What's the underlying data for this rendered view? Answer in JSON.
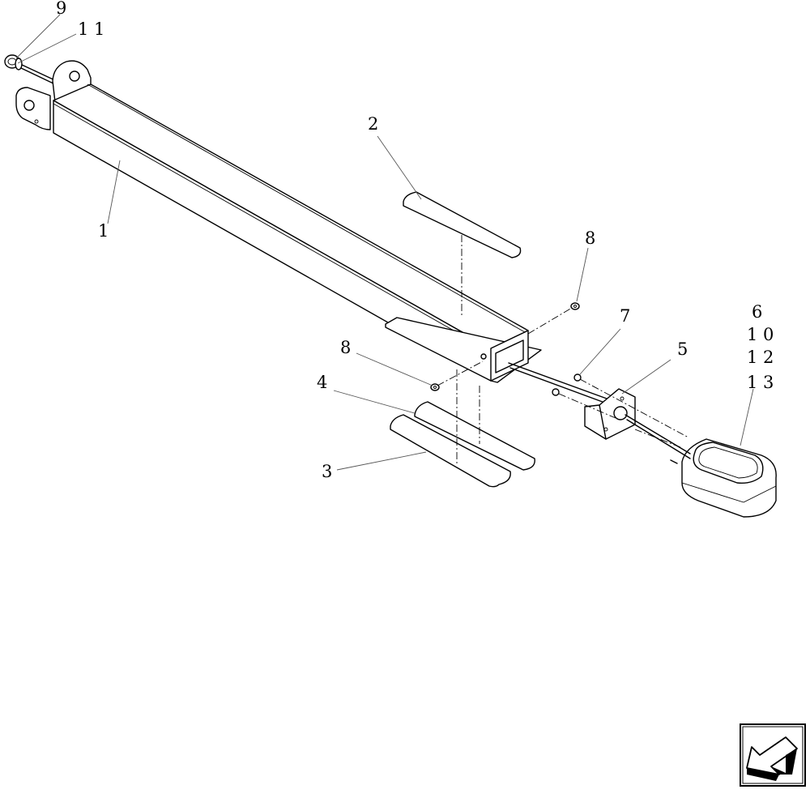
{
  "callouts": {
    "c9": "9",
    "c11": "1 1",
    "c1": "1",
    "c2": "2",
    "c8a": "8",
    "c8b": "8",
    "c7": "7",
    "c5": "5",
    "c6": "6",
    "c10": "1 0",
    "c12": "1 2",
    "c13": "1 3",
    "c4": "4",
    "c3": "3"
  },
  "nav": {
    "icon": "back-arrow-icon"
  }
}
